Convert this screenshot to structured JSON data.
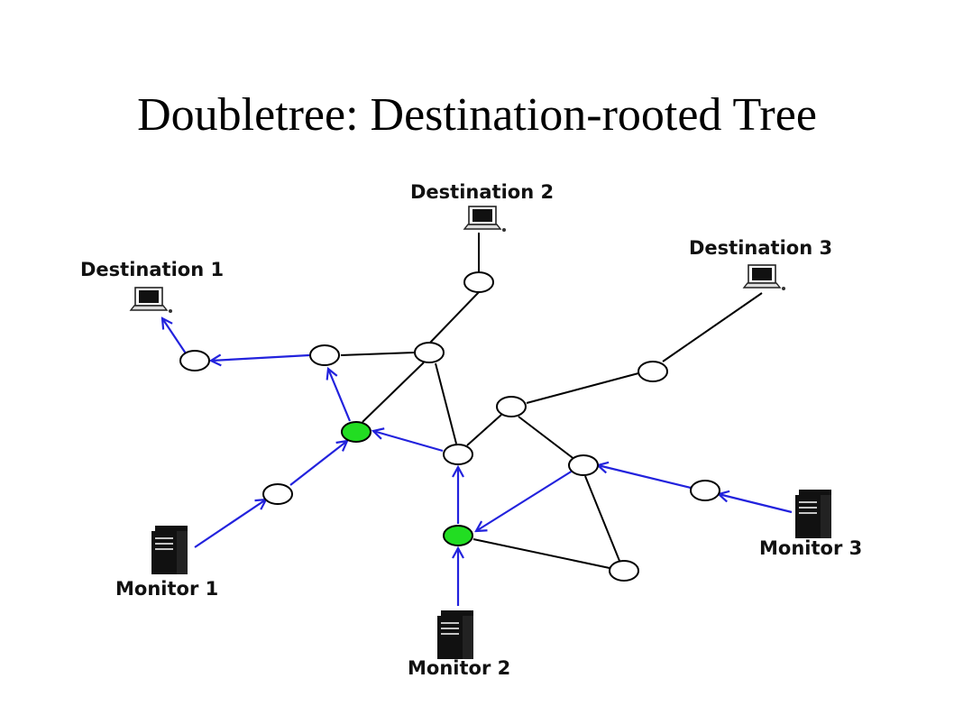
{
  "slide": {
    "title": "Doubletree: Destination-rooted Tree"
  },
  "labels": {
    "destination_1": "Destination 1",
    "destination_2": "Destination 2",
    "destination_3": "Destination 3",
    "monitor_1": "Monitor 1",
    "monitor_2": "Monitor 2",
    "monitor_3": "Monitor 3"
  },
  "colors": {
    "arrow": "#2222dd",
    "highlight_node": "#22dd22",
    "edge": "#000000"
  },
  "icons": {
    "destination": "laptop-icon",
    "monitor": "server-icon"
  }
}
